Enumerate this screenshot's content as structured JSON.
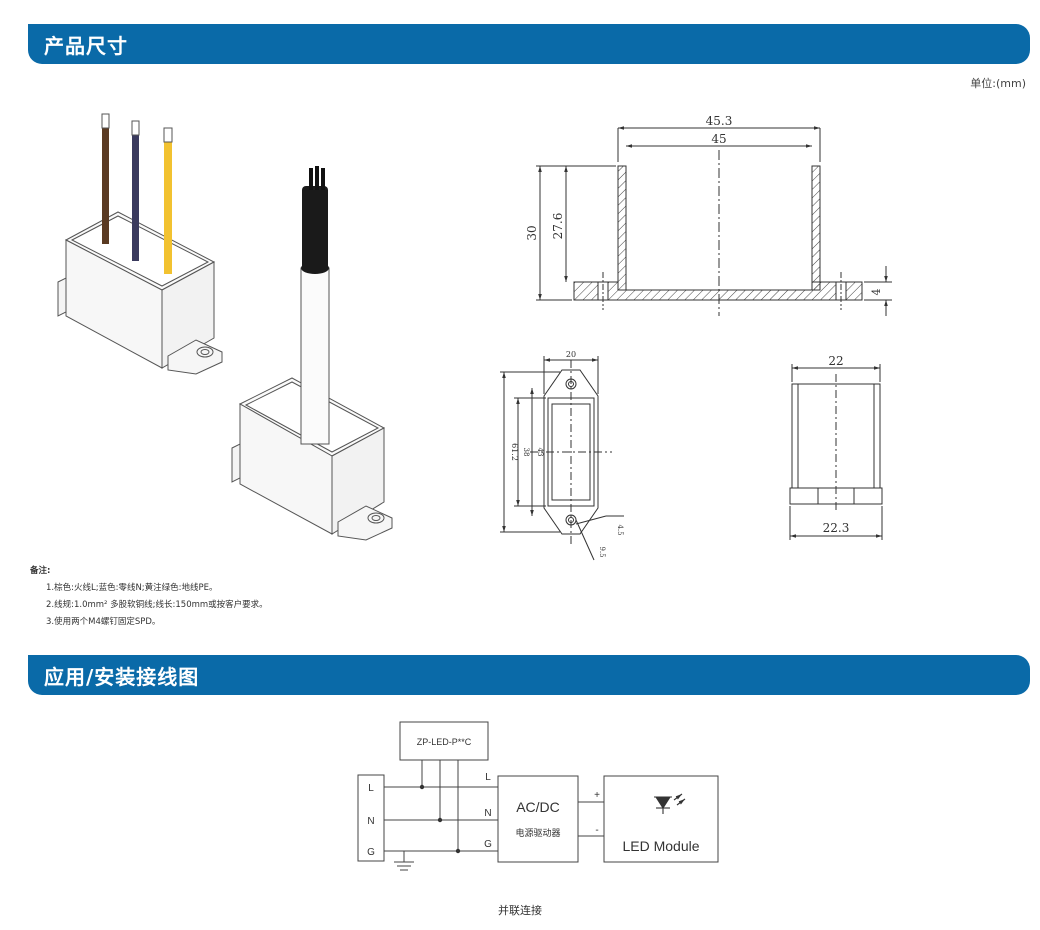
{
  "sections": {
    "dimensions_title": "产品尺寸",
    "wiring_title": "应用/安装接线图"
  },
  "unit_label": "单位:(mm)",
  "notes": {
    "heading": "备注:",
    "lines": [
      "1.棕色:火线L;蓝色:零线N;黄注绿色:地线PE。",
      "2.线规:1.0mm² 多股软铜线;线长:150mm或按客户要求。",
      "3.使用两个M4螺钉固定SPD。"
    ]
  },
  "drawing_dims": {
    "front_outer_width": "45.3",
    "front_inner_width": "45",
    "front_total_height": "30",
    "front_body_height": "27.6",
    "front_flange_thickness": "4",
    "top_width": "20",
    "top_outer_length": "61.2",
    "top_mid_length": "38",
    "top_inner_length": "43",
    "top_hole_dim_a": "4.5",
    "top_hole_dim_b": "9.5",
    "side_top_width": "22",
    "side_bottom_width": "22.3"
  },
  "wiring": {
    "spd_label": "ZP-LED-P**C",
    "terminals": [
      "L",
      "N",
      "G"
    ],
    "line_labels": [
      "L",
      "N",
      "G"
    ],
    "driver_title": "AC/DC",
    "driver_subtitle": "电源驱动器",
    "plus": "+",
    "minus": "-",
    "led_label": "LED Module",
    "caption": "并联连接"
  },
  "colors": {
    "banner": "#0a6aa8",
    "wire_brown": "#5a3a22",
    "wire_blue": "#3a3a5e",
    "wire_yellow": "#f2c230",
    "cable_black": "#1a1a1a"
  }
}
